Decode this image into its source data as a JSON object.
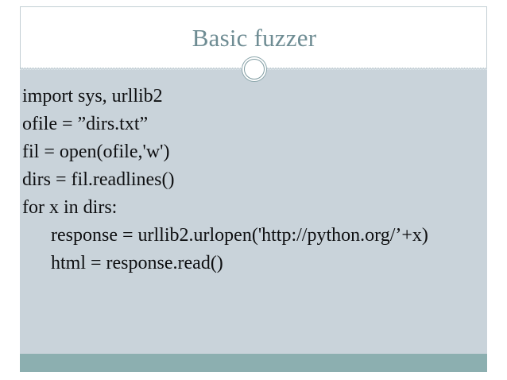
{
  "slide": {
    "title": "Basic fuzzer",
    "ornament_icon": "ring-circle-icon",
    "code_lines": [
      {
        "text": "import sys, urllib2",
        "indent": 0
      },
      {
        "text": "ofile = ”dirs.txt”",
        "indent": 0
      },
      {
        "text": "fil = open(ofile,'w')",
        "indent": 0
      },
      {
        "text": "dirs = fil.readlines()",
        "indent": 0
      },
      {
        "text": "for x in dirs:",
        "indent": 0
      },
      {
        "text": "response = urllib2.urlopen('http://python.org/’+x)",
        "indent": 1
      },
      {
        "text": "html = response.read()",
        "indent": 1
      }
    ],
    "colors": {
      "title_text": "#6e8c93",
      "title_band_bg": "#ffffff",
      "body_bg": "#c9d3da",
      "accent_bar": "#8cafb0",
      "code_text": "#0e0f11",
      "divider": "#b9c8cf"
    }
  }
}
